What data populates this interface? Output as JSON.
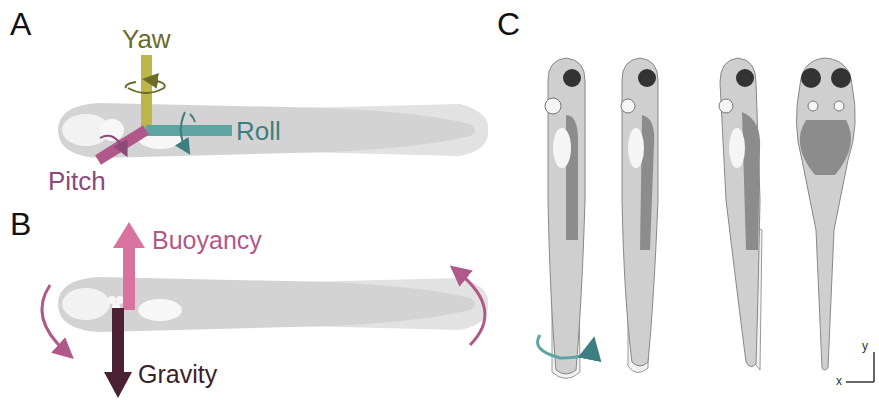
{
  "diagram": {
    "labels": [
      "A",
      "Yaw",
      "Pitch",
      "Roll",
      "B",
      "Buoyancy",
      "Gravity",
      "C",
      "y",
      "x"
    ]
  }
}
